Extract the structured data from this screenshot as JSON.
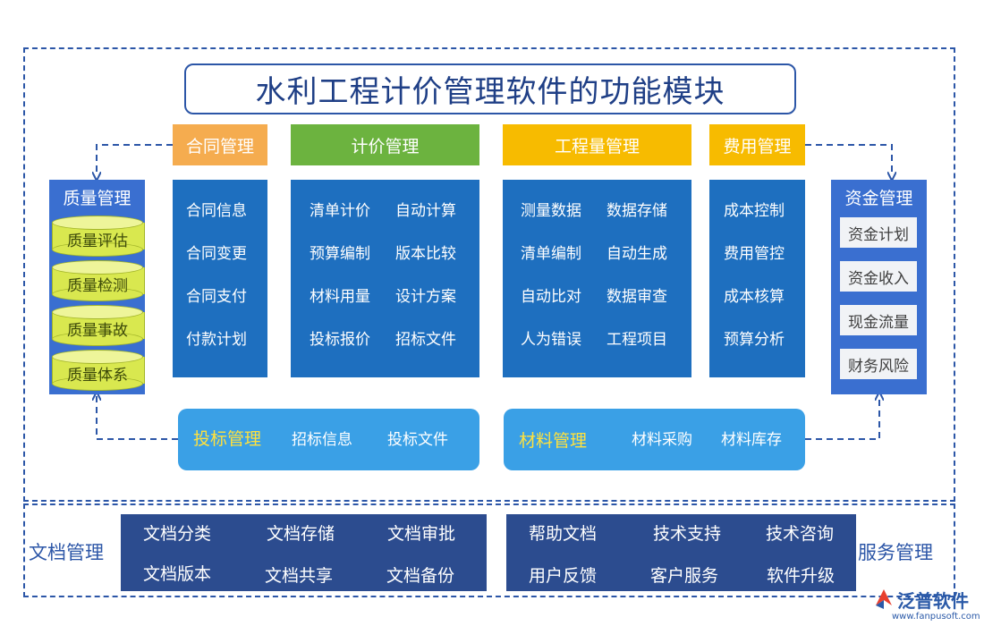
{
  "title": "水利工程计价管理软件的功能模块",
  "colors": {
    "frame": "#2c56a7",
    "hetong_header": "#f5ac4f",
    "jijia_header": "#6cb33f",
    "gongcheng_header": "#f7bb00",
    "feiyong_header": "#f7bb00",
    "panel": "#1e6fbf",
    "side_panel": "#3a6fd0",
    "cylinder": "#d9e84f",
    "bottom_bar": "#3aa0e6",
    "bar_title": "#ffe13d",
    "docs": "#2c4c8f"
  },
  "modules": {
    "hetong": {
      "title": "合同管理",
      "items": [
        "合同信息",
        "合同变更",
        "合同支付",
        "付款计划"
      ]
    },
    "jijia": {
      "title": "计价管理",
      "items": [
        "清单计价",
        "自动计算",
        "预算编制",
        "版本比较",
        "材料用量",
        "设计方案",
        "投标报价",
        "招标文件"
      ]
    },
    "gongcheng": {
      "title": "工程量管理",
      "items": [
        "测量数据",
        "数据存储",
        "清单编制",
        "自动生成",
        "自动比对",
        "数据审查",
        "人为错误",
        "工程项目"
      ]
    },
    "feiyong": {
      "title": "费用管理",
      "items": [
        "成本控制",
        "费用管控",
        "成本核算",
        "预算分析"
      ]
    }
  },
  "quality": {
    "title": "质量管理",
    "items": [
      "质量评估",
      "质量检测",
      "质量事故",
      "质量体系"
    ]
  },
  "fund": {
    "title": "资金管理",
    "items": [
      "资金计划",
      "资金收入",
      "现金流量",
      "财务风险"
    ]
  },
  "toubiao": {
    "title": "投标管理",
    "items": [
      "招标信息",
      "投标文件"
    ]
  },
  "cailiao": {
    "title": "材料管理",
    "items": [
      "材料采购",
      "材料库存"
    ]
  },
  "docs": {
    "label": "文档管理",
    "items": [
      "文档分类",
      "文档存储",
      "文档审批",
      "文档版本",
      "文档共享",
      "文档备份"
    ]
  },
  "service": {
    "label": "服务管理",
    "items": [
      "帮助文档",
      "技术支持",
      "技术咨询",
      "用户反馈",
      "客户服务",
      "软件升级"
    ]
  },
  "logo": {
    "name": "泛普软件",
    "url": "www.fanpusoft.com",
    "icon": "fanpu-logo-icon"
  }
}
